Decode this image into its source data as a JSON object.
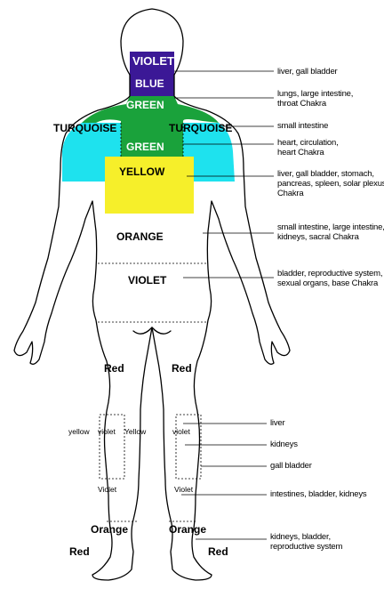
{
  "colors": {
    "violet": "#3b1896",
    "blue": "#3b1896",
    "green": "#1aa23b",
    "turquoise": "#1ee2ee",
    "yellow": "#f6ef2a",
    "outline": "#000000"
  },
  "zones": {
    "violet_head": "VIOLET",
    "blue": "BLUE",
    "green_top": "GREEN",
    "turquoise_left": "TURQUOISE",
    "turquoise_right": "TURQUOISE",
    "green_lower": "GREEN",
    "yellow": "YELLOW",
    "orange": "ORANGE",
    "violet_pelvis": "VIOLET",
    "red_left": "Red",
    "red_right": "Red",
    "yellow_left_leg": "yellow",
    "violet_left_leg": "violet",
    "yellow_right_leg": "Yellow",
    "violet_right_leg": "violet",
    "violet_left_calf": "Violet",
    "violet_right_calf": "Violet",
    "orange_left_ankle": "Orange",
    "orange_right_ankle": "Orange",
    "red_left_foot": "Red",
    "red_right_foot": "Red"
  },
  "annotations": [
    {
      "lines": [
        "liver, gall bladder"
      ]
    },
    {
      "lines": [
        "lungs, large intestine,",
        "throat Chakra"
      ]
    },
    {
      "lines": [
        "small intestine"
      ]
    },
    {
      "lines": [
        "heart, circulation,",
        "heart Chakra"
      ]
    },
    {
      "lines": [
        "liver, gall bladder, stomach,",
        "pancreas, spleen, solar plexus",
        "Chakra"
      ]
    },
    {
      "lines": [
        "small intestine, large intestine,",
        "kidneys, sacral Chakra"
      ]
    },
    {
      "lines": [
        "bladder, reproductive system,",
        "sexual organs, base Chakra"
      ]
    },
    {
      "lines": [
        "liver"
      ]
    },
    {
      "lines": [
        "kidneys"
      ]
    },
    {
      "lines": [
        "gall bladder"
      ]
    },
    {
      "lines": [
        "intestines, bladder, kidneys"
      ]
    },
    {
      "lines": [
        "kidneys, bladder,",
        "reproductive system"
      ]
    }
  ]
}
